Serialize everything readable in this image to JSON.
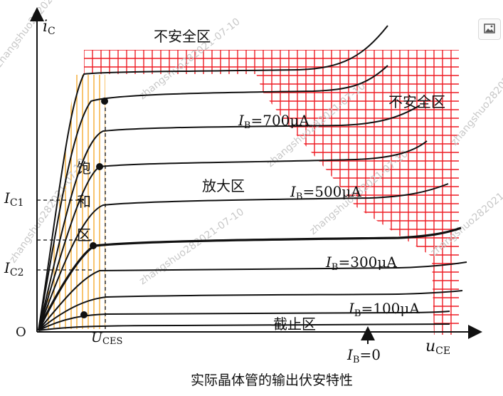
{
  "axes": {
    "y_label_main": "i",
    "y_label_sub": "C",
    "x_label_main": "u",
    "x_label_sub": "CE",
    "origin": "O"
  },
  "ticks": {
    "ic1_main": "I",
    "ic1_sub": "C1",
    "ic2_main": "I",
    "ic2_sub": "C2",
    "uces_main": "U",
    "uces_sub": "CES"
  },
  "regions": {
    "unsafe_top": "不安全区",
    "unsafe_right": "不安全区",
    "amplify": "放大区",
    "saturation_1": "饱",
    "saturation_2": "和",
    "saturation_3": "区",
    "cutoff": "截止区"
  },
  "curve_labels": [
    {
      "main": "I",
      "sub": "B",
      "value": "=700μA"
    },
    {
      "main": "I",
      "sub": "B",
      "value": "=500μA"
    },
    {
      "main": "I",
      "sub": "B",
      "value": "=300μA"
    },
    {
      "main": "I",
      "sub": "B",
      "value": "=100μA"
    },
    {
      "main": "I",
      "sub": "B",
      "value": "=0"
    }
  ],
  "caption": "实际晶体管的输出伏安特性",
  "watermark": "zhangshuo282021-07-10",
  "colors": {
    "hatch_red": "#ee1c24",
    "hatch_orange": "#f5a623",
    "curve": "#111111"
  },
  "icons": {
    "image_badge": "image-icon"
  }
}
